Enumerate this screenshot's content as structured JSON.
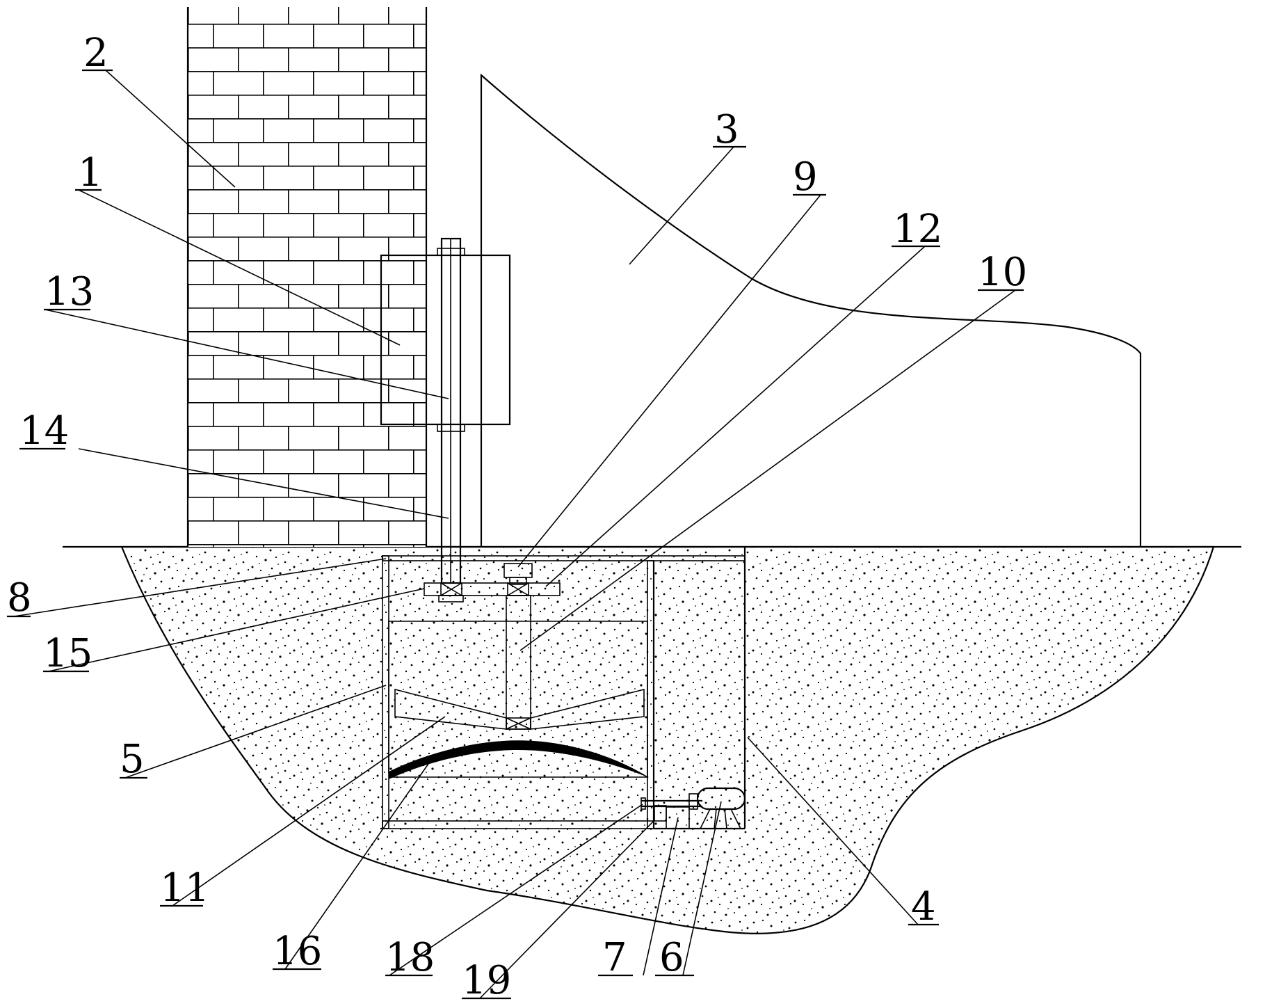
{
  "figure": {
    "labels": [
      {
        "id": "1",
        "text": "1"
      },
      {
        "id": "2",
        "text": "2"
      },
      {
        "id": "3",
        "text": "3"
      },
      {
        "id": "4",
        "text": "4"
      },
      {
        "id": "5",
        "text": "5"
      },
      {
        "id": "6",
        "text": "6"
      },
      {
        "id": "7",
        "text": "7"
      },
      {
        "id": "8",
        "text": "8"
      },
      {
        "id": "9",
        "text": "9"
      },
      {
        "id": "10",
        "text": "10"
      },
      {
        "id": "11",
        "text": "11"
      },
      {
        "id": "12",
        "text": "12"
      },
      {
        "id": "13",
        "text": "13"
      },
      {
        "id": "14",
        "text": "14"
      },
      {
        "id": "15",
        "text": "15"
      },
      {
        "id": "16",
        "text": "16"
      },
      {
        "id": "18",
        "text": "18"
      },
      {
        "id": "19",
        "text": "19"
      }
    ]
  }
}
